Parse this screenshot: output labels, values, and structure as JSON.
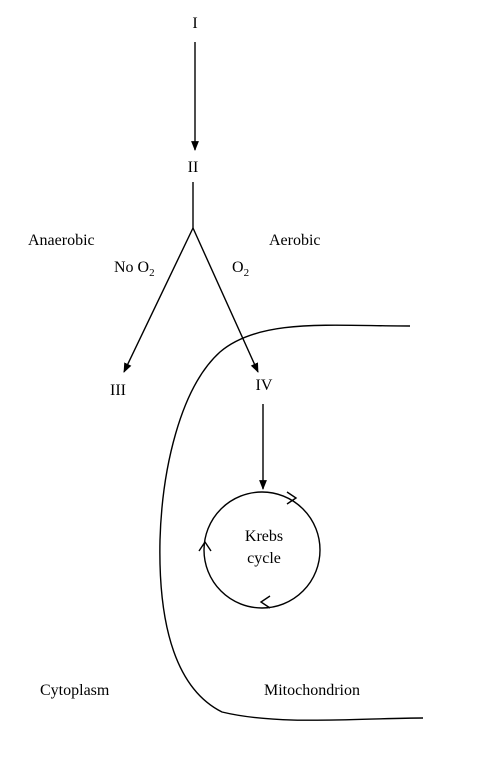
{
  "stages": {
    "i": "I",
    "ii": "II",
    "iii": "III",
    "iv": "IV"
  },
  "conditions": {
    "anaerobic": "Anaerobic",
    "aerobic": "Aerobic",
    "no_o2_prefix": "No O",
    "o2_prefix": "O",
    "subscript": "2"
  },
  "cycle": {
    "line1": "Krebs",
    "line2": "cycle"
  },
  "regions": {
    "cytoplasm": "Cytoplasm",
    "mitochondrion": "Mitochondrion"
  },
  "colors": {
    "ink": "#000000",
    "background": "#ffffff"
  }
}
